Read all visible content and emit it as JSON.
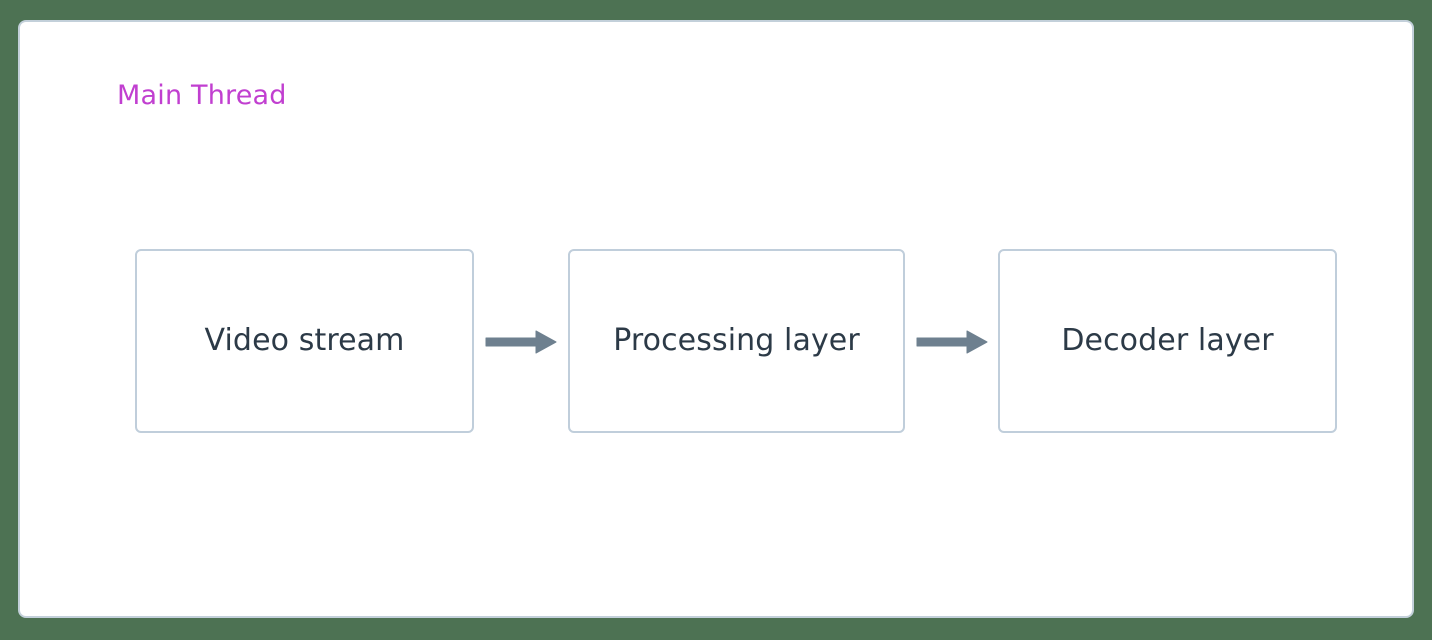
{
  "diagram": {
    "type": "flowchart",
    "direction": "left-to-right",
    "background_color": "#4d7253",
    "subgraph": {
      "title": "Main Thread",
      "title_color": "#c13fd0",
      "border_color": "#c3d0da",
      "fill_color": "#ffffff"
    },
    "node_style": {
      "border_color": "#c0cedb",
      "fill_color": "#ffffff",
      "text_color": "#2c3a47"
    },
    "edge_style": {
      "color": "#6e808f",
      "arrowhead": "filled-triangle"
    },
    "nodes": [
      {
        "id": "video-stream",
        "label": "Video stream"
      },
      {
        "id": "processing-layer",
        "label": "Processing layer"
      },
      {
        "id": "decoder-layer",
        "label": "Decoder layer"
      }
    ],
    "edges": [
      {
        "id": "edge-1",
        "from": "video-stream",
        "to": "processing-layer",
        "label": ""
      },
      {
        "id": "edge-2",
        "from": "processing-layer",
        "to": "decoder-layer",
        "label": ""
      }
    ]
  }
}
